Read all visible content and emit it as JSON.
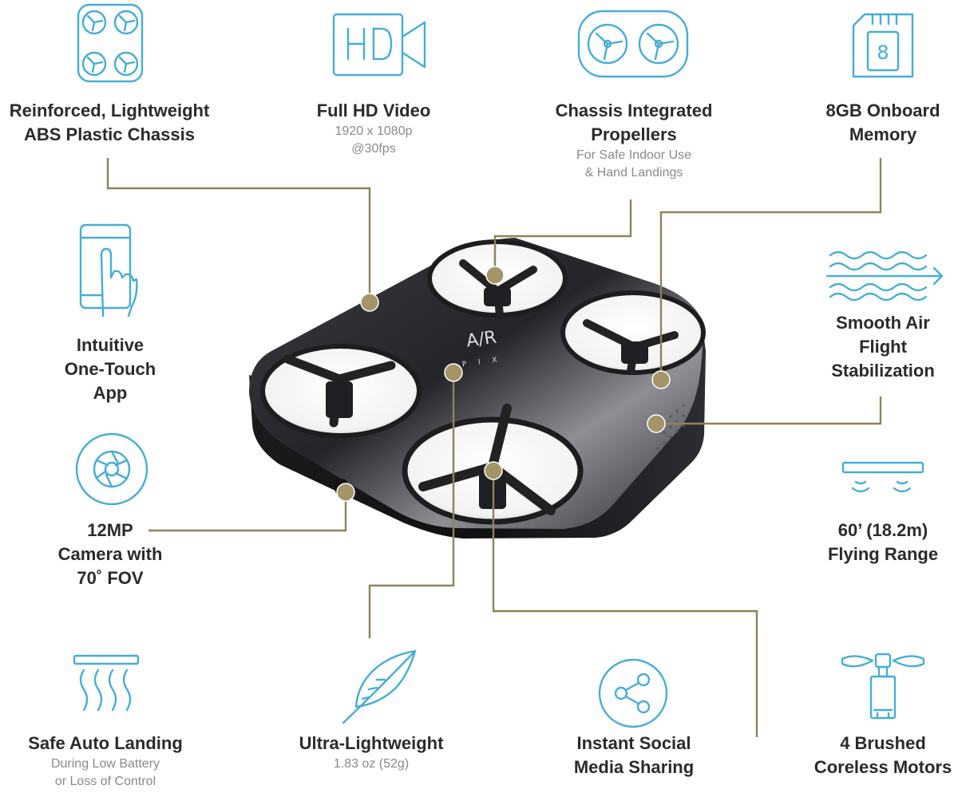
{
  "colors": {
    "icon": "#45aed6",
    "leader": "#8f8258",
    "dot": "#a49468",
    "title": "#2b2b2b",
    "subtitle": "#8a8a8a"
  },
  "drone": {
    "brand_top": "A/R",
    "brand_bottom": "P I X"
  },
  "features": [
    {
      "id": "chassis",
      "icon": "four-propeller-frame-icon",
      "title_lines": [
        "Reinforced, Lightweight",
        "ABS Plastic Chassis"
      ],
      "subtitle_lines": []
    },
    {
      "id": "hd-video",
      "icon": "hd-video-camera-icon",
      "title_lines": [
        "Full HD Video"
      ],
      "subtitle_lines": [
        "1920 x 1080p",
        "@30fps"
      ]
    },
    {
      "id": "propellers",
      "icon": "twin-propeller-guard-icon",
      "title_lines": [
        "Chassis Integrated",
        "Propellers"
      ],
      "subtitle_lines": [
        "For Safe Indoor Use",
        "& Hand Landings"
      ]
    },
    {
      "id": "memory",
      "icon": "sd-card-icon",
      "icon_text": "8",
      "title_lines": [
        "8GB Onboard",
        "Memory"
      ],
      "subtitle_lines": []
    },
    {
      "id": "app",
      "icon": "phone-touch-icon",
      "title_lines": [
        "Intuitive",
        "One-Touch",
        "App"
      ],
      "subtitle_lines": []
    },
    {
      "id": "stabilization",
      "icon": "air-waves-icon",
      "title_lines": [
        "Smooth Air",
        "Flight",
        "Stabilization"
      ],
      "subtitle_lines": []
    },
    {
      "id": "camera",
      "icon": "camera-aperture-icon",
      "title_lines": [
        "12MP",
        "Camera with",
        "70˚ FOV"
      ],
      "subtitle_lines": []
    },
    {
      "id": "range",
      "icon": "signal-range-icon",
      "title_lines": [
        "60’ (18.2m)",
        "Flying Range"
      ],
      "subtitle_lines": []
    },
    {
      "id": "landing",
      "icon": "descending-airflow-icon",
      "title_lines": [
        "Safe Auto Landing"
      ],
      "subtitle_lines": [
        "During Low Battery",
        "or Loss of Control"
      ]
    },
    {
      "id": "weight",
      "icon": "feather-icon",
      "title_lines": [
        "Ultra-Lightweight"
      ],
      "subtitle_lines": [
        "1.83 oz (52g)"
      ]
    },
    {
      "id": "social",
      "icon": "share-icon",
      "title_lines": [
        "Instant Social",
        "Media Sharing"
      ],
      "subtitle_lines": []
    },
    {
      "id": "motors",
      "icon": "brushed-motor-icon",
      "title_lines": [
        "4 Brushed",
        "Coreless Motors"
      ],
      "subtitle_lines": []
    }
  ]
}
